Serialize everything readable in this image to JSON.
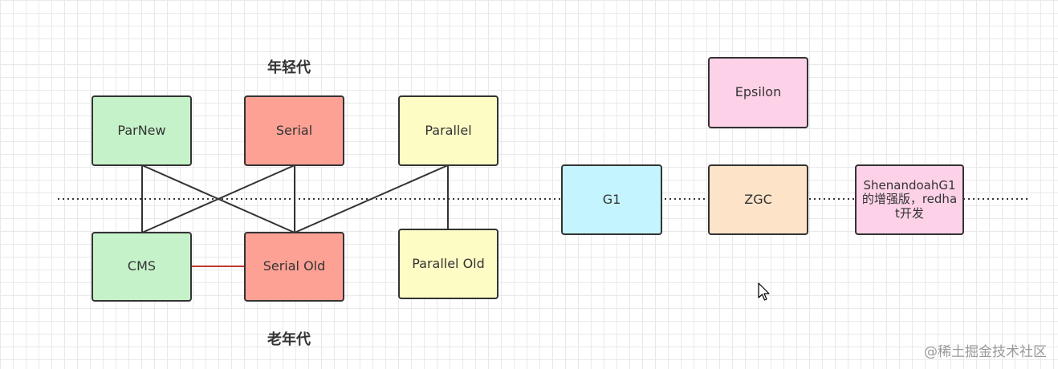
{
  "headings": {
    "young": "年轻代",
    "old": "老年代"
  },
  "nodes": {
    "parnew": {
      "label": "ParNew",
      "color": "#c6f2c9"
    },
    "serial": {
      "label": "Serial",
      "color": "#fea195"
    },
    "parallel": {
      "label": "Parallel",
      "color": "#fefcc5"
    },
    "cms": {
      "label": "CMS",
      "color": "#c6f2c9"
    },
    "serial_old": {
      "label": "Serial Old",
      "color": "#fea195"
    },
    "parallel_old": {
      "label": "Parallel Old",
      "color": "#fefcc5"
    },
    "g1": {
      "label": "G1",
      "color": "#c4f5fe"
    },
    "epsilon": {
      "label": "Epsilon",
      "color": "#fdd2e8"
    },
    "zgc": {
      "label": "ZGC",
      "color": "#fde3c8"
    },
    "shenandoah": {
      "label": "ShenandoahG1的增强版，redhat开发",
      "color": "#fdd2e8"
    }
  },
  "watermark": "@稀土掘金技术社区"
}
